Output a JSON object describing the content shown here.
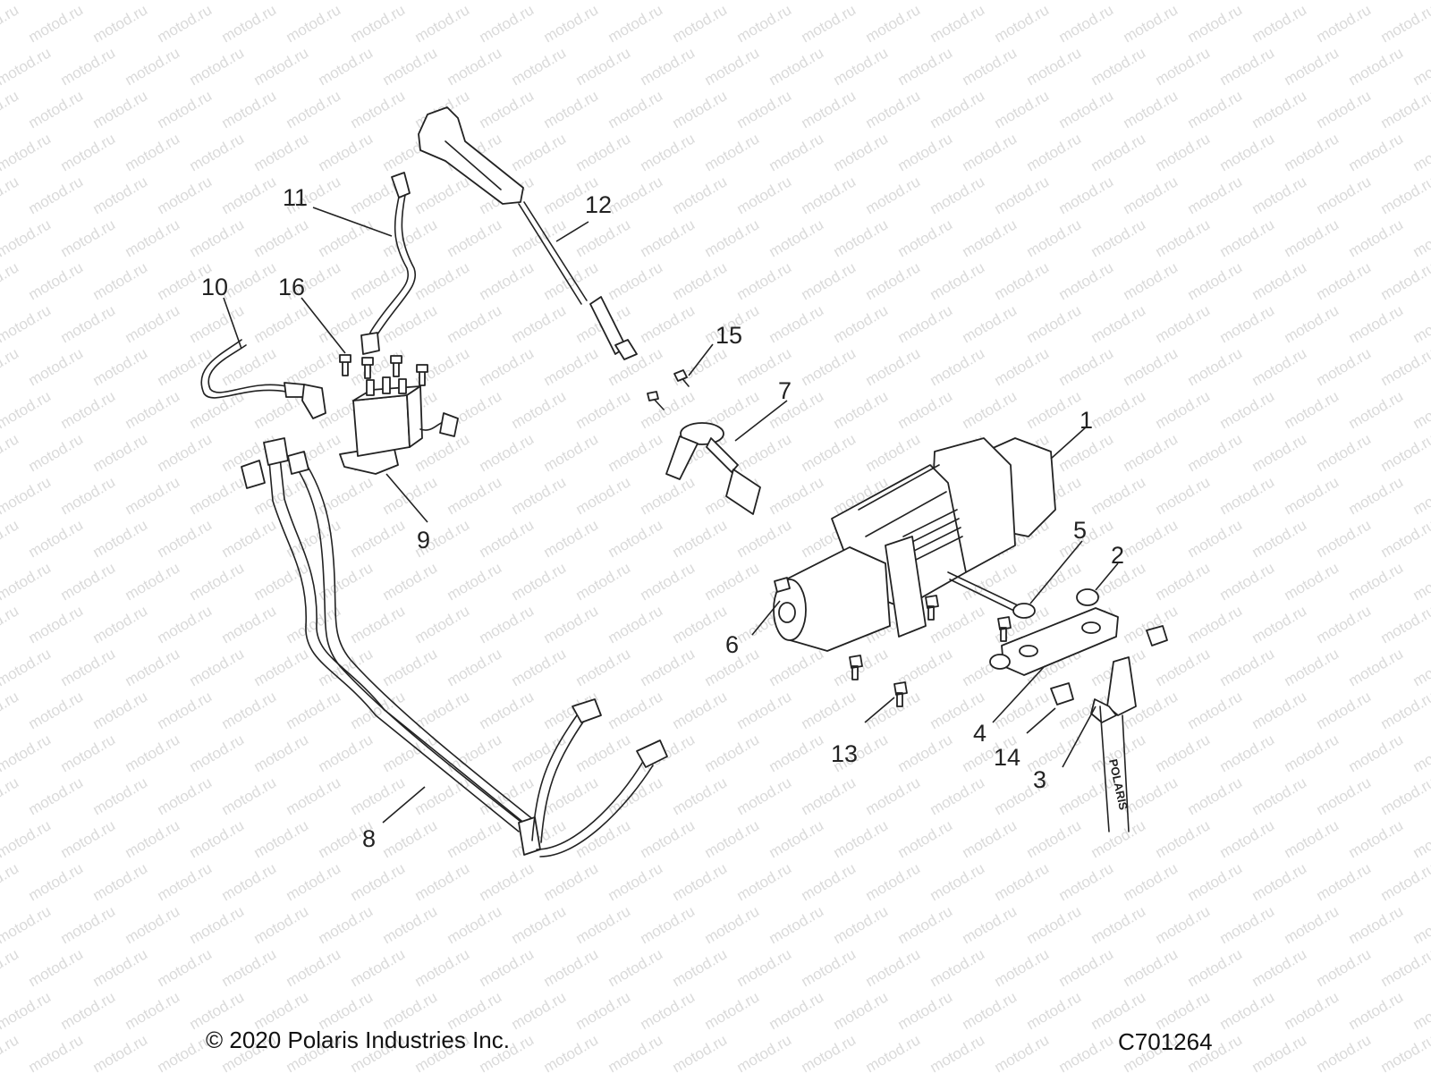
{
  "watermark": {
    "text": "motod.ru"
  },
  "callouts": [
    {
      "label": "1"
    },
    {
      "label": "2"
    },
    {
      "label": "3"
    },
    {
      "label": "4"
    },
    {
      "label": "5"
    },
    {
      "label": "6"
    },
    {
      "label": "7"
    },
    {
      "label": "8"
    },
    {
      "label": "9"
    },
    {
      "label": "10"
    },
    {
      "label": "11"
    },
    {
      "label": "12"
    },
    {
      "label": "13"
    },
    {
      "label": "14"
    },
    {
      "label": "15"
    },
    {
      "label": "16"
    }
  ],
  "footer": {
    "copyright": "© 2020 Polaris Industries Inc.",
    "diagram_id": "C701264"
  },
  "strap": {
    "brand": "POLARIS"
  }
}
